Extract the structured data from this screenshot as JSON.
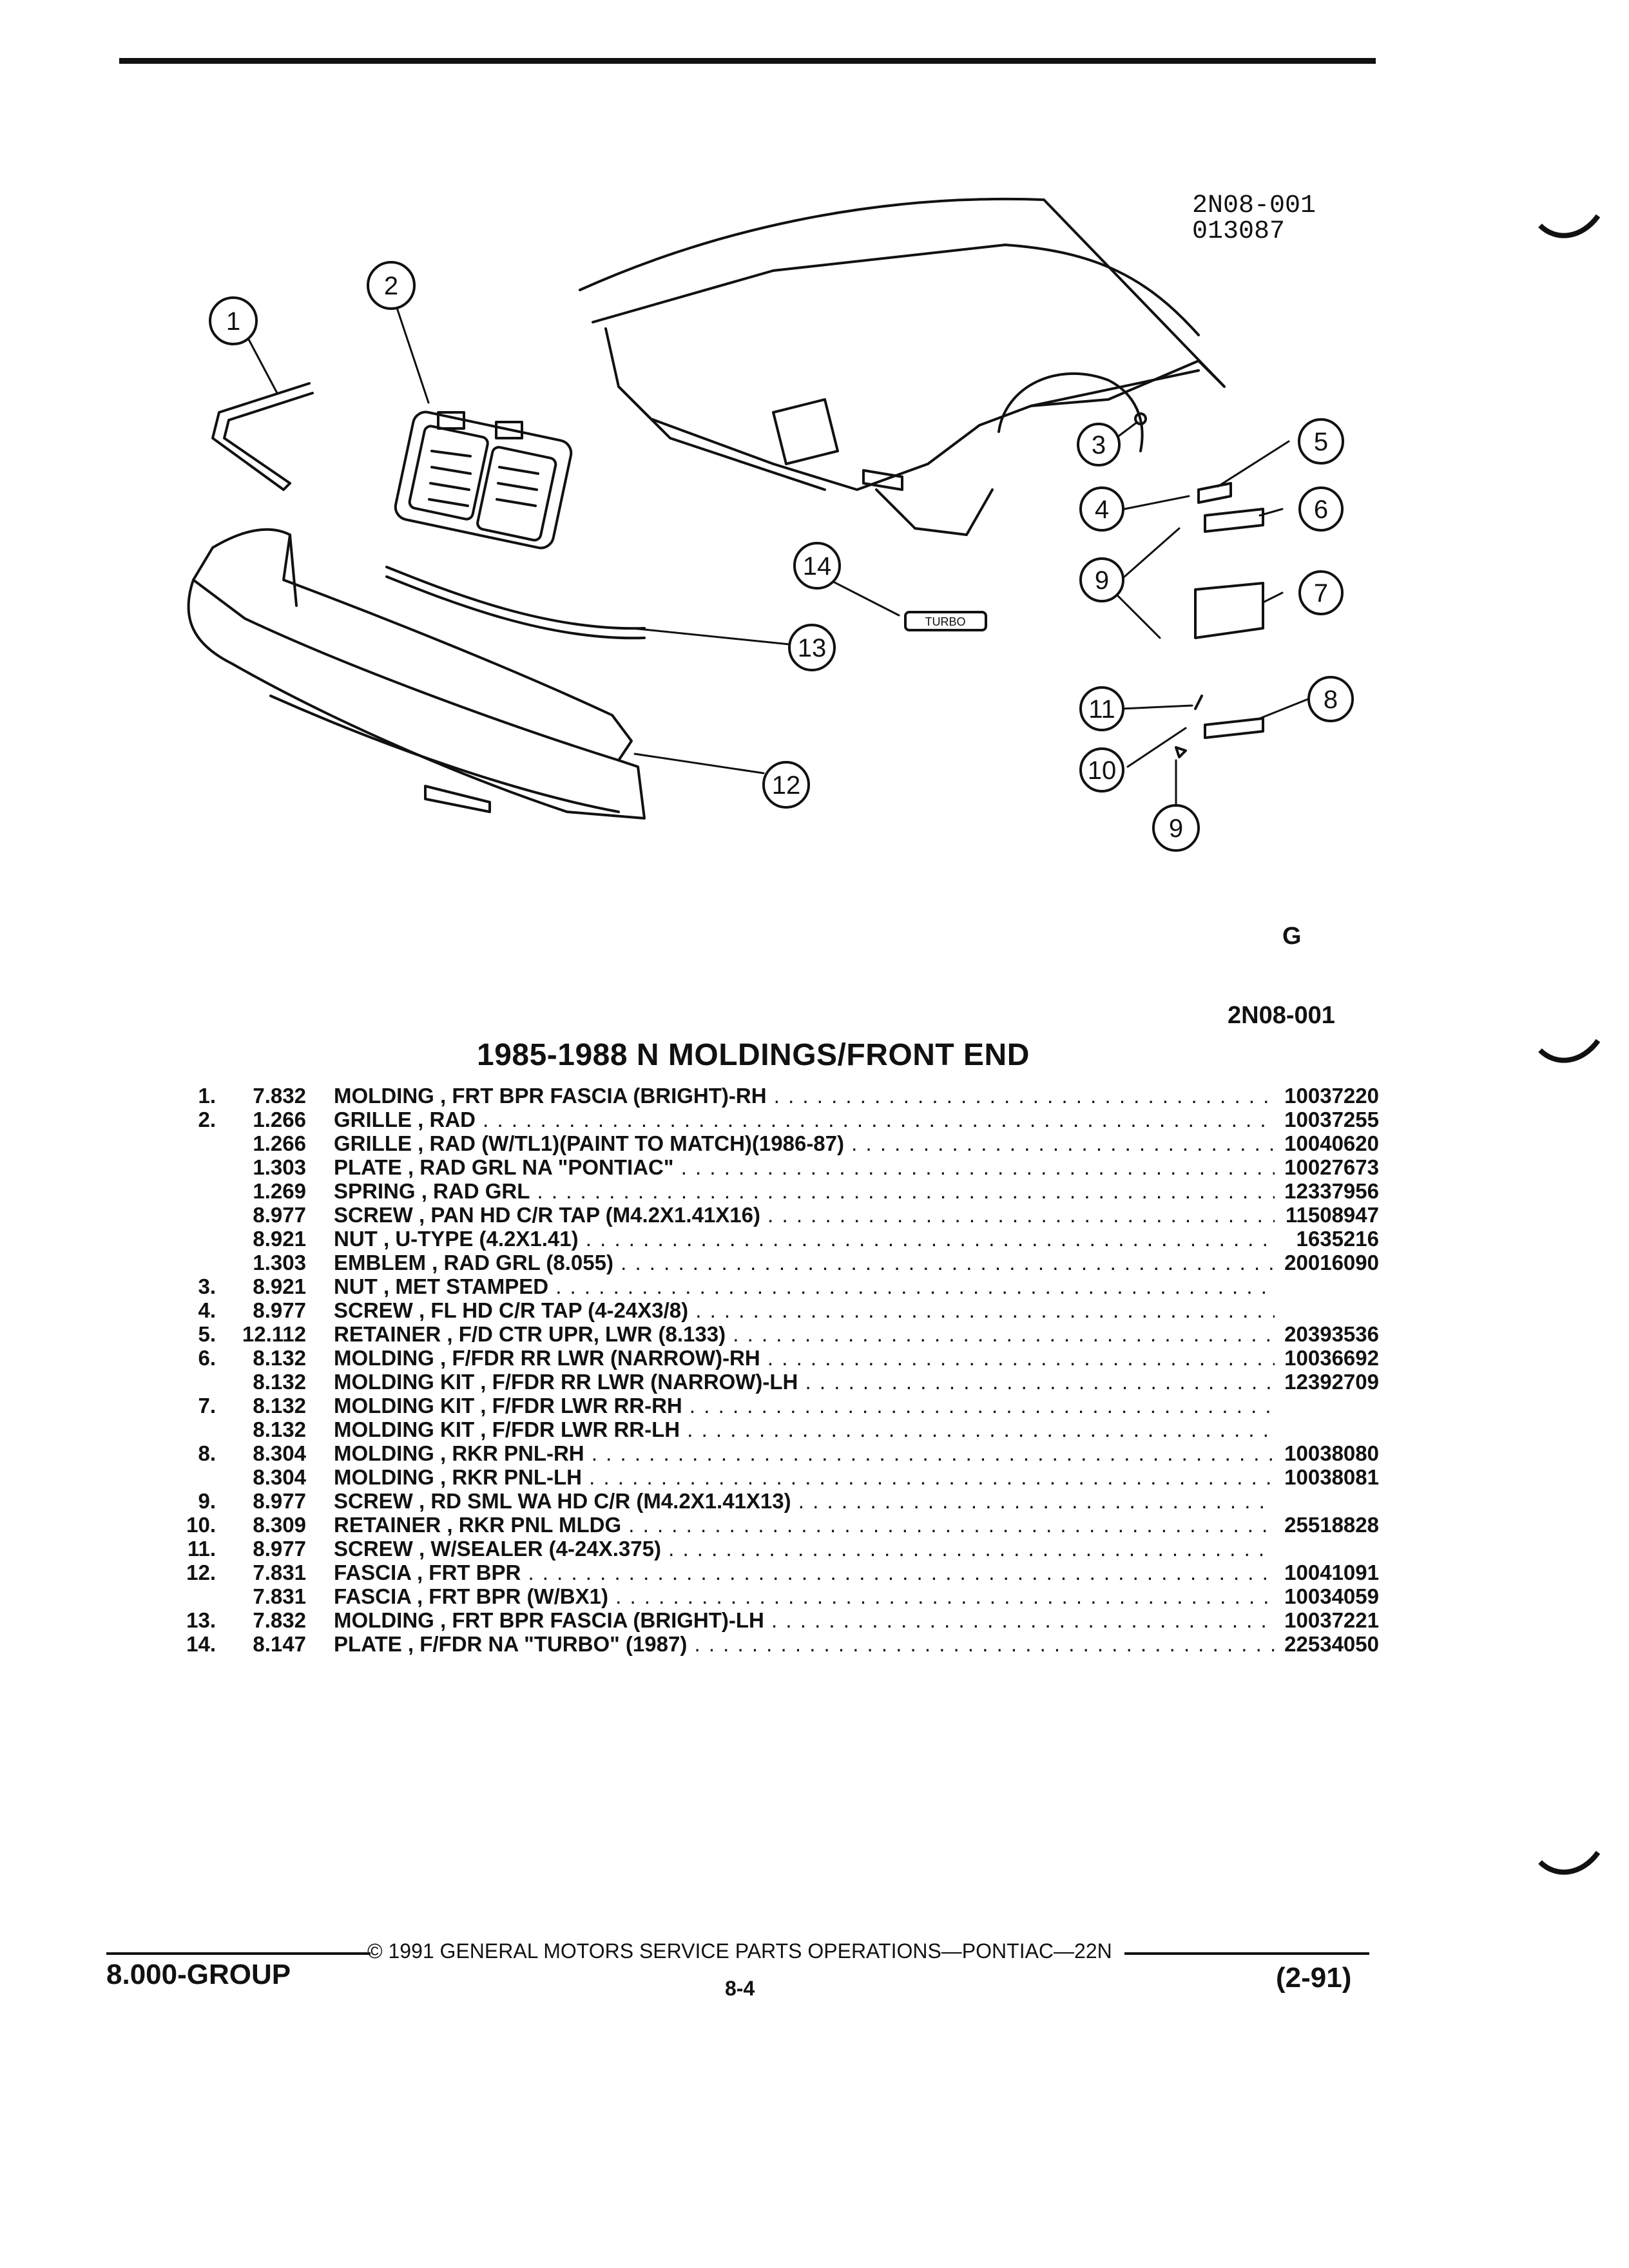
{
  "figure": {
    "code_line1": "2N08-001",
    "code_line2": "013087",
    "maker_logo": "G",
    "ref": "2N08-001",
    "callouts": [
      "1",
      "2",
      "3",
      "4",
      "5",
      "6",
      "7",
      "8",
      "9",
      "10",
      "11",
      "12",
      "13",
      "14",
      "9"
    ],
    "emblem_text": "TURBO"
  },
  "table": {
    "title": "1985-1988 N MOLDINGS/FRONT END",
    "rows": [
      {
        "ref": "1.",
        "group": "7.832",
        "desc": "MOLDING , FRT BPR FASCIA (BRIGHT)-RH",
        "pn": "10037220"
      },
      {
        "ref": "2.",
        "group": "1.266",
        "desc": "GRILLE , RAD",
        "pn": "10037255"
      },
      {
        "ref": "",
        "group": "1.266",
        "desc": "GRILLE , RAD (W/TL1)(PAINT TO MATCH)(1986-87)",
        "pn": "10040620"
      },
      {
        "ref": "",
        "group": "1.303",
        "desc": "PLATE , RAD GRL NA \"PONTIAC\"",
        "pn": "10027673"
      },
      {
        "ref": "",
        "group": "1.269",
        "desc": "SPRING , RAD GRL",
        "pn": "12337956"
      },
      {
        "ref": "",
        "group": "8.977",
        "desc": "SCREW , PAN HD C/R TAP (M4.2X1.41X16)",
        "pn": "11508947"
      },
      {
        "ref": "",
        "group": "8.921",
        "desc": "NUT , U-TYPE (4.2X1.41)",
        "pn": "1635216"
      },
      {
        "ref": "",
        "group": "1.303",
        "desc": "EMBLEM , RAD GRL (8.055)",
        "pn": "20016090"
      },
      {
        "ref": "3.",
        "group": "8.921",
        "desc": "NUT , MET STAMPED",
        "pn": ""
      },
      {
        "ref": "4.",
        "group": "8.977",
        "desc": "SCREW , FL HD C/R TAP (4-24X3/8)",
        "pn": ""
      },
      {
        "ref": "5.",
        "group": "12.112",
        "desc": "RETAINER , F/D CTR UPR, LWR (8.133)",
        "pn": "20393536"
      },
      {
        "ref": "6.",
        "group": "8.132",
        "desc": "MOLDING , F/FDR RR LWR (NARROW)-RH",
        "pn": "10036692"
      },
      {
        "ref": "",
        "group": "8.132",
        "desc": "MOLDING KIT , F/FDR RR LWR (NARROW)-LH",
        "pn": "12392709"
      },
      {
        "ref": "7.",
        "group": "8.132",
        "desc": "MOLDING KIT , F/FDR LWR RR-RH",
        "pn": ""
      },
      {
        "ref": "",
        "group": "8.132",
        "desc": "MOLDING KIT , F/FDR LWR RR-LH",
        "pn": ""
      },
      {
        "ref": "8.",
        "group": "8.304",
        "desc": "MOLDING , RKR PNL-RH",
        "pn": "10038080"
      },
      {
        "ref": "",
        "group": "8.304",
        "desc": "MOLDING , RKR PNL-LH",
        "pn": "10038081"
      },
      {
        "ref": "9.",
        "group": "8.977",
        "desc": "SCREW , RD SML WA HD C/R (M4.2X1.41X13)",
        "pn": ""
      },
      {
        "ref": "10.",
        "group": "8.309",
        "desc": "RETAINER , RKR PNL MLDG",
        "pn": "25518828"
      },
      {
        "ref": "11.",
        "group": "8.977",
        "desc": "SCREW , W/SEALER (4-24X.375)",
        "pn": ""
      },
      {
        "ref": "12.",
        "group": "7.831",
        "desc": "FASCIA , FRT BPR",
        "pn": "10041091"
      },
      {
        "ref": "",
        "group": "7.831",
        "desc": "FASCIA , FRT BPR (W/BX1)",
        "pn": "10034059"
      },
      {
        "ref": "13.",
        "group": "7.832",
        "desc": "MOLDING , FRT BPR FASCIA (BRIGHT)-LH",
        "pn": "10037221"
      },
      {
        "ref": "14.",
        "group": "8.147",
        "desc": "PLATE , F/FDR NA \"TURBO\" (1987)",
        "pn": "22534050"
      }
    ]
  },
  "footer": {
    "group": "8.000-GROUP",
    "copyright": "© 1991 GENERAL MOTORS SERVICE PARTS OPERATIONS—PONTIAC—22N",
    "page": "8-4",
    "date": "(2-91)"
  }
}
